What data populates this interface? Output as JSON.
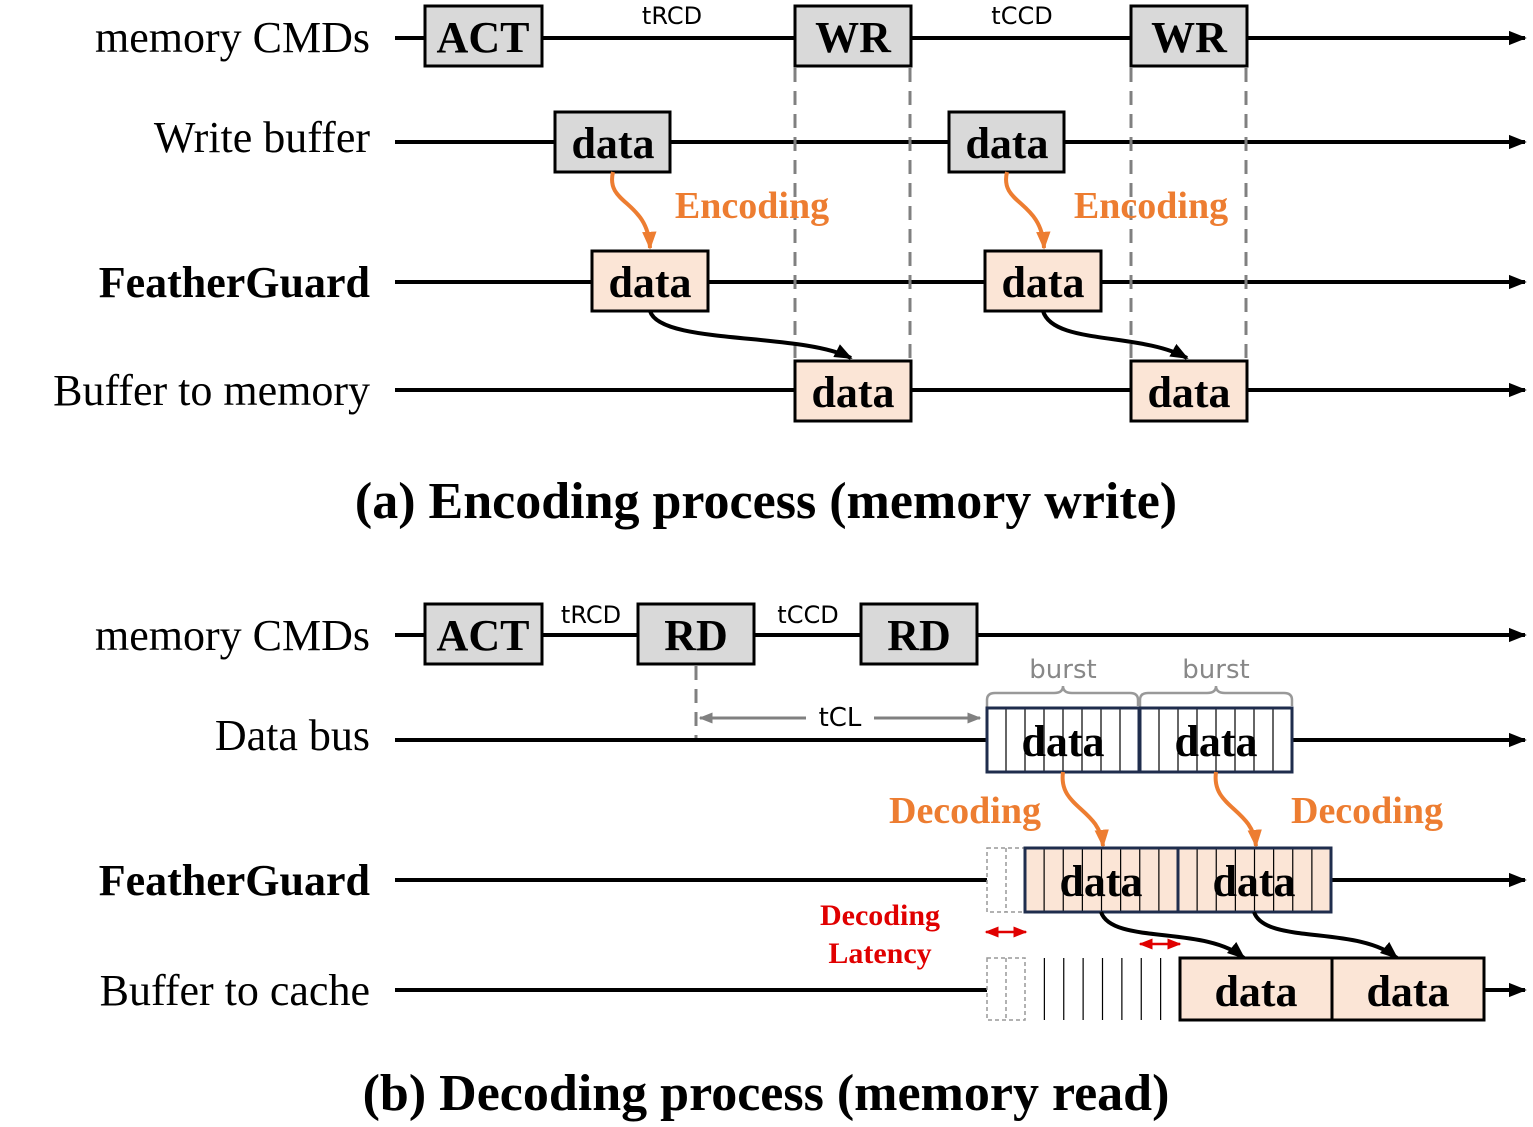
{
  "encoding": {
    "caption": "(a) Encoding process (memory write)",
    "rows": [
      "memory CMDs",
      "Write buffer",
      "FeatherGuard",
      "Buffer to memory"
    ],
    "commands": [
      "ACT",
      "WR",
      "WR"
    ],
    "timings": [
      "tRCD",
      "tCCD"
    ],
    "data_label": "data",
    "process_label": "Encoding"
  },
  "decoding": {
    "caption": "(b) Decoding process (memory read)",
    "rows": [
      "memory CMDs",
      "Data bus",
      "FeatherGuard",
      "Buffer to cache"
    ],
    "commands": [
      "ACT",
      "RD",
      "RD"
    ],
    "timings": [
      "tRCD",
      "tCCD"
    ],
    "latency_label": "tCL",
    "burst_label": "burst",
    "data_label": "data",
    "process_label": "Decoding",
    "decoding_latency": [
      "Decoding",
      "Latency"
    ]
  },
  "colors": {
    "command_fill": "#d9d9d9",
    "data_fill": "#fbe5d6",
    "process_label": "#ED7D31",
    "latency_label": "#E00000",
    "bus_border": "#1f2d4d"
  }
}
